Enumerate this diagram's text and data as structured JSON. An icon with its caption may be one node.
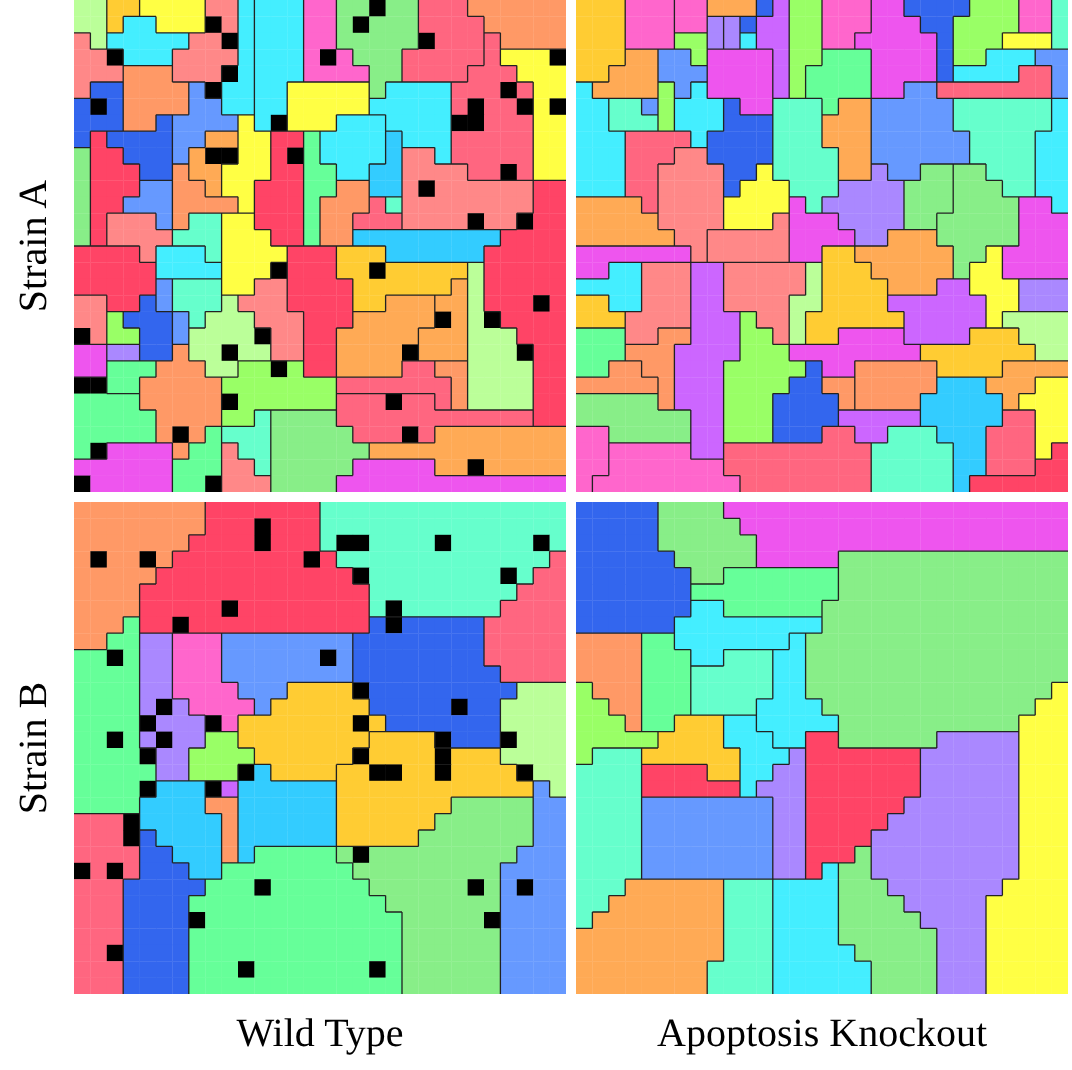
{
  "diagram": {
    "labels": [
      "Strain A",
      "Strain B",
      "Wild Type",
      "Apoptosis Knockout"
    ]
  }
}
